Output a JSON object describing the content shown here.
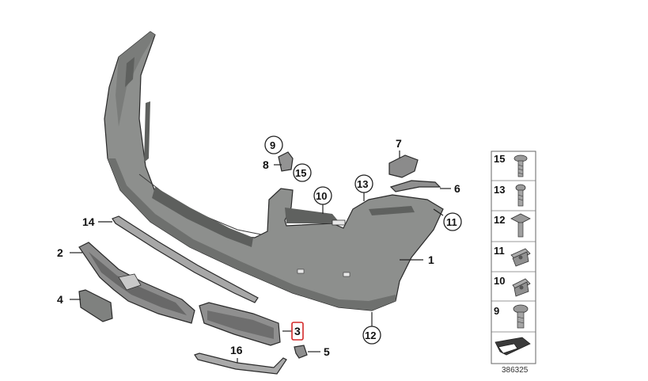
{
  "callouts": {
    "c1": "1",
    "c2": "2",
    "c3": "3",
    "c4": "4",
    "c5": "5",
    "c6": "6",
    "c7": "7",
    "c8": "8",
    "c9": "9",
    "c10": "10",
    "c11": "11",
    "c12": "12",
    "c13": "13",
    "c14": "14",
    "c15": "15",
    "c16": "16"
  },
  "fastener_panel": {
    "items": [
      {
        "label": "15",
        "icon": "screw-icon"
      },
      {
        "label": "13",
        "icon": "bolt-icon"
      },
      {
        "label": "12",
        "icon": "expanding-rivet-icon"
      },
      {
        "label": "11",
        "icon": "clip-nut-icon"
      },
      {
        "label": "10",
        "icon": "clip-nut-icon"
      },
      {
        "label": "9",
        "icon": "flange-screw-icon"
      }
    ],
    "reference_number": "386325"
  },
  "colors": {
    "bumper_fill": "#8c8e8c",
    "bumper_dark": "#6f716f",
    "grille_fill": "#9a9a9a",
    "highlight_box": "#d42a2a"
  }
}
